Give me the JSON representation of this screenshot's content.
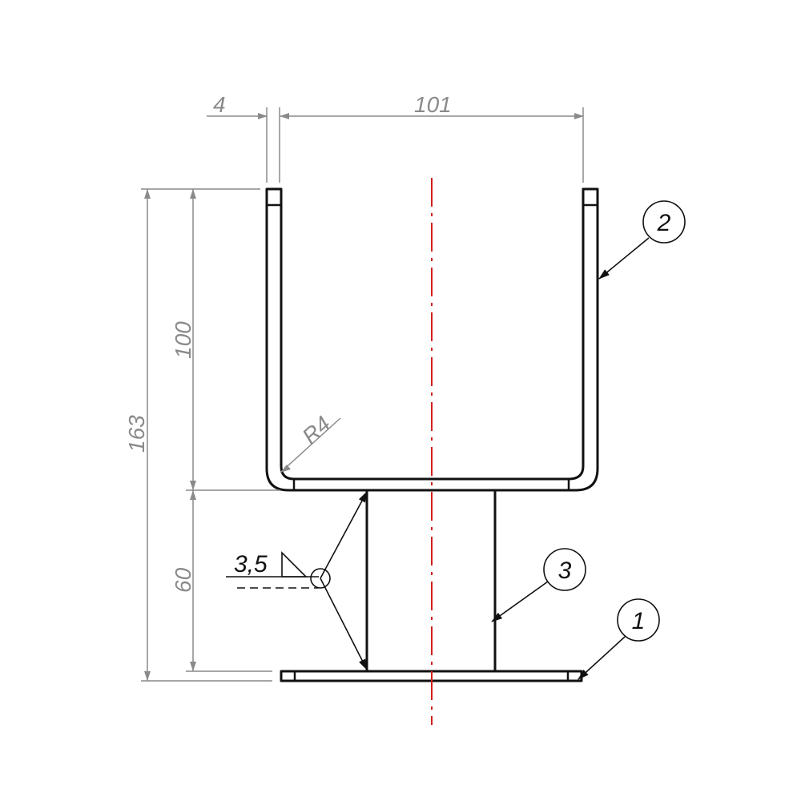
{
  "colors": {
    "outline": "#111111",
    "dimension": "#8a8a8a",
    "centerline": "#d21f1f"
  },
  "dimensions": {
    "thickness": "4",
    "width": "101",
    "total_height": "163",
    "cup_height": "100",
    "stem_height": "60",
    "bend_radius": "R4"
  },
  "weld": {
    "size": "3,5"
  },
  "balloons": {
    "part1": "1",
    "part2": "2",
    "part3": "3"
  }
}
